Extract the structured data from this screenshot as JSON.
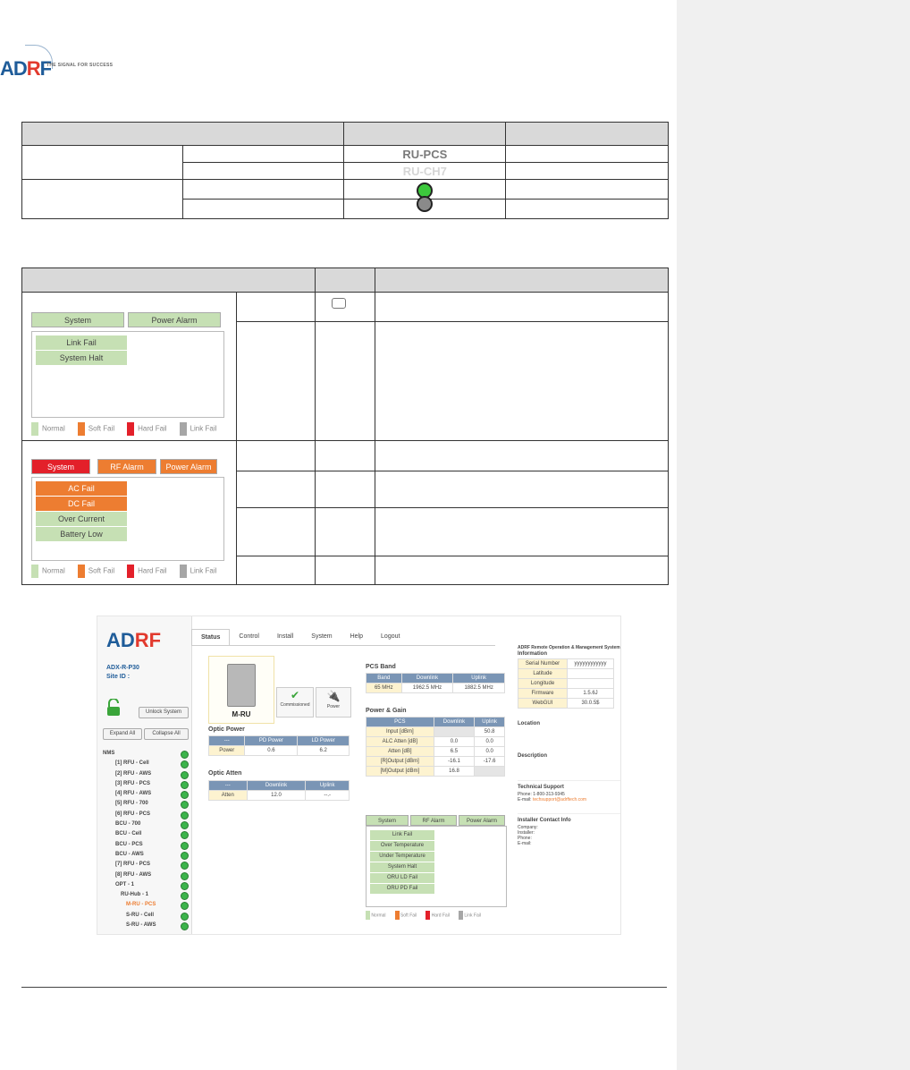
{
  "logo": {
    "mark_a": "AD",
    "mark_b": "R",
    "mark_c": "F",
    "tagline": "THE SIGNAL FOR SUCCESS"
  },
  "table1": {
    "rows": [
      {
        "label": "RU-PCS",
        "style": "dark"
      },
      {
        "label": "RU-CH7",
        "style": "light"
      }
    ]
  },
  "alarms": {
    "box1": {
      "tabs": [
        "System",
        "Power Alarm"
      ],
      "items": [
        "Link Fail",
        "System Halt"
      ]
    },
    "box2": {
      "tabs": [
        "System",
        "RF Alarm",
        "Power Alarm"
      ],
      "items": [
        "AC Fail",
        "DC Fail",
        "Over Current",
        "Battery Low"
      ]
    },
    "legend": [
      "Normal",
      "Soft Fail",
      "Hard Fail",
      "Link Fail"
    ],
    "colors": {
      "normal": "#c6e0b4",
      "soft": "#ed7d31",
      "hard": "#e3202a",
      "link": "#a6a6a6"
    }
  },
  "screenshot": {
    "brand_a": "AD",
    "brand_b": "RF",
    "model": "ADX-R-P30",
    "site": "Site ID :",
    "unlock": "Unlock System",
    "expand": "Expand All",
    "collapse": "Collapse All",
    "nav": [
      "Status",
      "Control",
      "Install",
      "System",
      "Help",
      "Logout"
    ],
    "tree": [
      "NMS",
      "[1] RFU - Cell",
      "[2] RFU - AWS",
      "[3] RFU - PCS",
      "[4] RFU - AWS",
      "[5] RFU - 700",
      "[6] RFU - PCS",
      "BCU - 700",
      "BCU - Cell",
      "BCU - PCS",
      "BCU - AWS",
      "[7] RFU - PCS",
      "[8] RFU - AWS",
      "OPT - 1",
      "RU-Hub - 1",
      "M-RU - PCS",
      "S-RU - Cell",
      "S-RU - AWS"
    ],
    "device": "M-RU",
    "commissioned": "Commissioned",
    "power": "Power",
    "optic_power_title": "Optic Power",
    "optic_power_head": [
      "---",
      "PD Power",
      "LD Power"
    ],
    "optic_power_row": [
      "Power",
      "0.6",
      "6.2"
    ],
    "optic_atten_title": "Optic Atten",
    "optic_atten_head": [
      "---",
      "Downlink",
      "Uplink"
    ],
    "optic_atten_row": [
      "Atten",
      "12.0",
      "--.-"
    ],
    "pcs_band_title": "PCS Band",
    "pcs_band_head": [
      "Band",
      "Downlink",
      "Uplink"
    ],
    "pcs_band_row": [
      "65 MHz",
      "1962.5 MHz",
      "1882.5 MHz"
    ],
    "power_gain_title": "Power & Gain",
    "power_gain_head": [
      "PCS",
      "Downlink",
      "Uplink"
    ],
    "power_gain_rows": [
      [
        "Input [dBm]",
        "",
        "50.8"
      ],
      [
        "ALC Atten [dB]",
        "0.0",
        "0.0"
      ],
      [
        "Atten [dB]",
        "6.5",
        "0.0"
      ],
      [
        "[R]Output [dBm]",
        "-16.1",
        "-17.6"
      ],
      [
        "[M]Output [dBm]",
        "16.8",
        ""
      ]
    ],
    "alarm_tabs": [
      "System",
      "RF Alarm",
      "Power Alarm"
    ],
    "alarm_items": [
      "Link Fail",
      "Over Temperature",
      "Under Temperature",
      "System Halt",
      "ORU LD Fail",
      "ORU PD Fail"
    ],
    "alarm_legend": [
      "Normal",
      "Soft Fail",
      "Hard Fail",
      "Link Fail"
    ],
    "info_heading": "ADRF Remote Operation & Management System",
    "info_title": "Information",
    "info_rows": [
      [
        "Serial Number",
        "yyyyyyyyyyyy"
      ],
      [
        "Latitude",
        ""
      ],
      [
        "Longitude",
        ""
      ],
      [
        "Firmware",
        "1.5.6J"
      ],
      [
        "WebGUI",
        "30.0.5$"
      ]
    ],
    "location": "Location",
    "description": "Description",
    "support_title": "Technical Support",
    "support_phone": "Phone: 1-800-313-9345",
    "support_email_label": "E-mail:",
    "support_email": "techsupport@adrftech.com",
    "installer_title": "Installer Contact Info",
    "installer_fields": [
      "Company:",
      "Installer:",
      "Phone:",
      "E-mail:"
    ]
  }
}
